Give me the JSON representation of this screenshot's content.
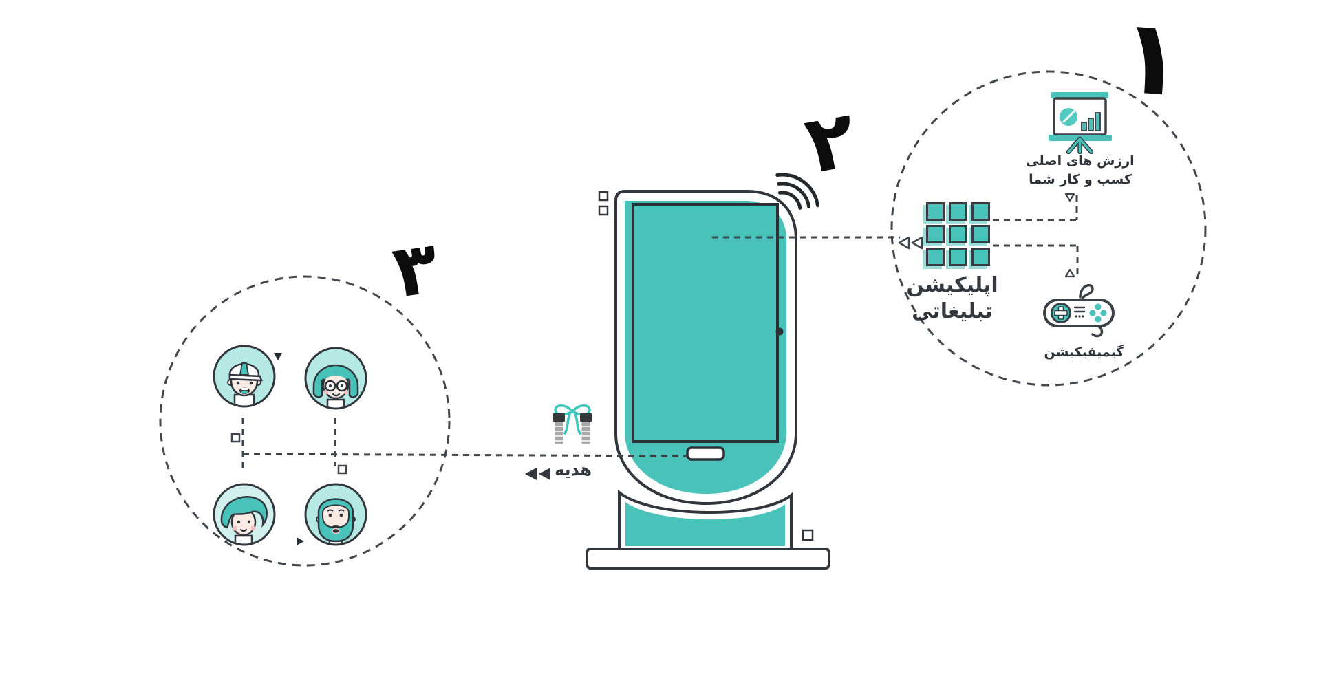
{
  "colors": {
    "teal": "#49c3ba",
    "teal_light": "#b7e9e4",
    "teal_pale": "#d2f1ee",
    "outline_dark": "#31363c",
    "text_dark": "#2e333a",
    "numeral_black": "#0c0c0c",
    "dash_gray": "#42474d",
    "skin": "#f9eae3",
    "cheek_pink": "#f5bfc8",
    "gift_gray": "#a8a8a8"
  },
  "step1": {
    "numeral": "۱",
    "values_label_line1": "ارزش های اصلی",
    "values_label_line2": "کسب و کار شما",
    "app_label_line1": "اپلیکیشن",
    "app_label_line2": "تبلیغاتی",
    "gamification_label": "گیمیفیکیشن"
  },
  "step2": {
    "numeral": "۲"
  },
  "step3": {
    "numeral": "۳",
    "gift_label": "هدیه"
  },
  "icons": {
    "presentation_board": "presentation-board-icon",
    "app_grid": "app-grid-icon",
    "game_controller": "game-controller-icon",
    "kiosk": "kiosk-illustration",
    "wifi": "wifi-signal-icon",
    "gift": "gift-icon",
    "avatar_boy_cap": "avatar-boy-cap",
    "avatar_woman_glasses": "avatar-woman-glasses",
    "avatar_woman_sideswept": "avatar-woman-sideswept",
    "avatar_man_beard": "avatar-man-beard"
  }
}
